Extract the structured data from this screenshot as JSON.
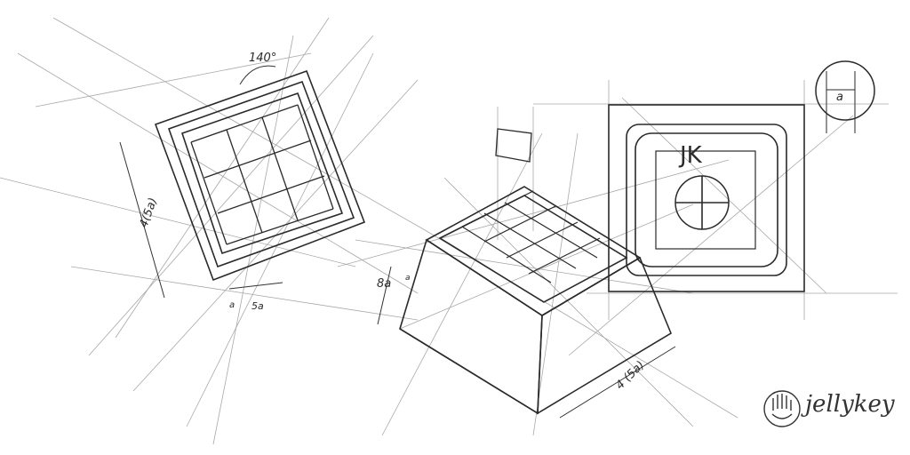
{
  "artwork": {
    "type": "pencil sketch",
    "subject": "keycap construction drawings",
    "background": "#ffffff",
    "stroke_color": "#2a2a2a",
    "guide_color": "#9a9a9a"
  },
  "annotations": {
    "angle": "140°",
    "left_height": "4(5a)",
    "left_bottom_a": "a",
    "left_bottom_5a": "5a",
    "middle_height": "8a",
    "middle_small": "a",
    "middle_bottom": "4 (5a)",
    "detail_circle": "a",
    "keycap_legend": "JK"
  },
  "logo": {
    "text": "jellykey",
    "icon": "hand-icon"
  }
}
